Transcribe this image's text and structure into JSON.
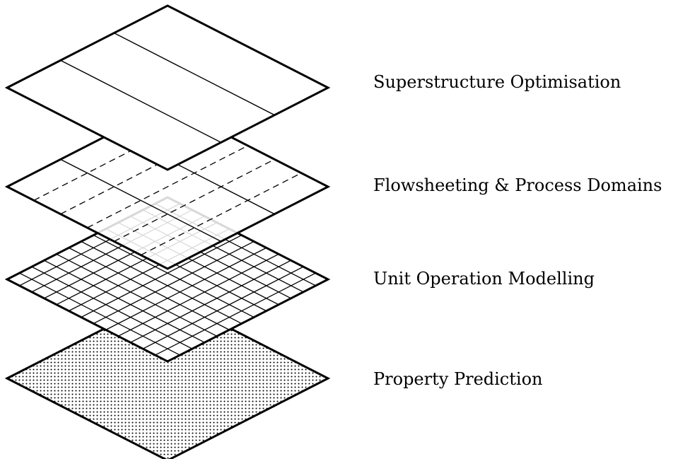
{
  "diagram": {
    "layers": [
      {
        "id": "superstructure",
        "label": "Superstructure Optimisation",
        "pattern": "stripes"
      },
      {
        "id": "flowsheeting",
        "label": "Flowsheeting & Process Domains",
        "pattern": "stripes-dashed"
      },
      {
        "id": "unit-operation",
        "label": "Unit Operation Modelling",
        "pattern": "grid"
      },
      {
        "id": "property",
        "label": "Property Prediction",
        "pattern": "dots"
      }
    ],
    "colors": {
      "stroke": "#000000",
      "fill": "#ffffff",
      "ghost": "#d8d8d8"
    }
  }
}
